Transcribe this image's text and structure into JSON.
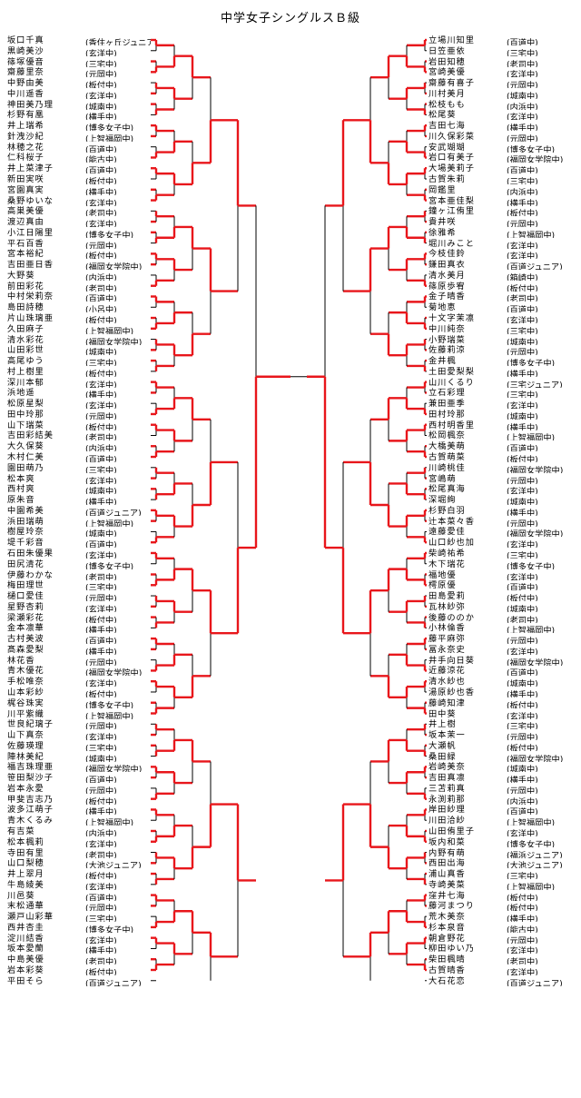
{
  "title": "中学女子シングルスＢ級",
  "colors": {
    "winner_line": "#e8161b",
    "loser_line": "#000000"
  },
  "left_entries": [
    {
      "name": "坂口千真",
      "affiliation": "(香住ヶ丘ジュニア)"
    },
    {
      "name": "黒崎美沙",
      "affiliation": "(玄洋中)"
    },
    {
      "name": "篠塚優音",
      "affiliation": "(三宅中)"
    },
    {
      "name": "齋藤里奈",
      "affiliation": "(元岡中)"
    },
    {
      "name": "中野由美",
      "affiliation": "(板付中)"
    },
    {
      "name": "中川遥香",
      "affiliation": "(玄洋中)"
    },
    {
      "name": "神田美乃理",
      "affiliation": "(城南中)"
    },
    {
      "name": "杉野有凰",
      "affiliation": "(横手中)"
    },
    {
      "name": "井上瑞希",
      "affiliation": "(博多女子中)"
    },
    {
      "name": "針洩沙紀",
      "affiliation": "(上智福岡中)"
    },
    {
      "name": "林穂之花",
      "affiliation": "(百道中)"
    },
    {
      "name": "仁科桜子",
      "affiliation": "(能古中)"
    },
    {
      "name": "井上菜津子",
      "affiliation": "(百道中)"
    },
    {
      "name": "新田実咲",
      "affiliation": "(板付中)"
    },
    {
      "name": "宮園真実",
      "affiliation": "(横手中)"
    },
    {
      "name": "桑野ゆいな",
      "affiliation": "(玄洋中)"
    },
    {
      "name": "高巣美優",
      "affiliation": "(老司中)"
    },
    {
      "name": "渡辺真由",
      "affiliation": "(玄洋中)"
    },
    {
      "name": "小江日陽里",
      "affiliation": "(博多女子中)"
    },
    {
      "name": "平石百香",
      "affiliation": "(元岡中)"
    },
    {
      "name": "宮本裕紀",
      "affiliation": "(板付中)"
    },
    {
      "name": "吉田亜日香",
      "affiliation": "(福岡女学院中)"
    },
    {
      "name": "大野葵",
      "affiliation": "(内浜中)"
    },
    {
      "name": "前田彩花",
      "affiliation": "(老司中)"
    },
    {
      "name": "中村栄莉奈",
      "affiliation": "(百道中)"
    },
    {
      "name": "島田詩穂",
      "affiliation": "(小呂中)"
    },
    {
      "name": "片山珠璃亜",
      "affiliation": "(板付中)"
    },
    {
      "name": "久田麻子",
      "affiliation": "(上智福岡中)"
    },
    {
      "name": "清水彩花",
      "affiliation": "(福岡女学院中)"
    },
    {
      "name": "山田彩世",
      "affiliation": "(城南中)"
    },
    {
      "name": "高尾ゆう",
      "affiliation": "(三宅中)"
    },
    {
      "name": "村上樹里",
      "affiliation": "(板付中)"
    },
    {
      "name": "深川本郁",
      "affiliation": "(玄洋中)"
    },
    {
      "name": "浜地遥",
      "affiliation": "(横手中)"
    },
    {
      "name": "松原星梨",
      "affiliation": "(玄洋中)"
    },
    {
      "name": "田中玲那",
      "affiliation": "(元岡中)"
    },
    {
      "name": "山下瑞菜",
      "affiliation": "(板付中)"
    },
    {
      "name": "吉田彩結美",
      "affiliation": "(老司中)"
    },
    {
      "name": "大久保葵",
      "affiliation": "(内浜中)"
    },
    {
      "name": "木村仁美",
      "affiliation": "(百道中)"
    },
    {
      "name": "園田萌乃",
      "affiliation": "(三宅中)"
    },
    {
      "name": "松本爽",
      "affiliation": "(玄洋中)"
    },
    {
      "name": "西村爽",
      "affiliation": "(城南中)"
    },
    {
      "name": "原朱音",
      "affiliation": "(横手中)"
    },
    {
      "name": "中園希美",
      "affiliation": "(百道ジュニア)"
    },
    {
      "name": "浜田瑞萌",
      "affiliation": "(上智福岡中)"
    },
    {
      "name": "樹屋玲奈",
      "affiliation": "(城南中)"
    },
    {
      "name": "堤千彩音",
      "affiliation": "(百道中)"
    },
    {
      "name": "石田朱優果",
      "affiliation": "(玄洋中)"
    },
    {
      "name": "田尻清花",
      "affiliation": "(博多女子中)"
    },
    {
      "name": "伊藤わかな",
      "affiliation": "(老司中)"
    },
    {
      "name": "梅田理世",
      "affiliation": "(三宅中)"
    },
    {
      "name": "樋口愛佳",
      "affiliation": "(元岡中)"
    },
    {
      "name": "星野杏莉",
      "affiliation": "(玄洋中)"
    },
    {
      "name": "梁瀬彩花",
      "affiliation": "(板付中)"
    },
    {
      "name": "金本凛華",
      "affiliation": "(横手中)"
    },
    {
      "name": "古村美波",
      "affiliation": "(百道中)"
    },
    {
      "name": "髙森愛梨",
      "affiliation": "(横手中)"
    },
    {
      "name": "林花香",
      "affiliation": "(元岡中)"
    },
    {
      "name": "青木優花",
      "affiliation": "(福岡女学院中)"
    },
    {
      "name": "手松唯奈",
      "affiliation": "(玄洋中)"
    },
    {
      "name": "山本彩紗",
      "affiliation": "(板付中)"
    },
    {
      "name": "梶谷珠実",
      "affiliation": "(博多女子中)"
    },
    {
      "name": "川平紫織",
      "affiliation": "(上智福岡中)"
    },
    {
      "name": "世良紀璃子",
      "affiliation": "(元岡中)"
    },
    {
      "name": "山下真奈",
      "affiliation": "(玄洋中)"
    },
    {
      "name": "佐藤瑛理",
      "affiliation": "(三宅中)"
    },
    {
      "name": "陣林美紀",
      "affiliation": "(城南中)"
    },
    {
      "name": "福吉珠理亜",
      "affiliation": "(福岡女学院中)"
    },
    {
      "name": "笹田梨沙子",
      "affiliation": "(百道中)"
    },
    {
      "name": "岩本永愛",
      "affiliation": "(元岡中)"
    },
    {
      "name": "甲斐吉志乃",
      "affiliation": "(板付中)"
    },
    {
      "name": "波多江萌子",
      "affiliation": "(横手中)"
    },
    {
      "name": "青木くるみ",
      "affiliation": "(上智福岡中)"
    },
    {
      "name": "有吉菜",
      "affiliation": "(内浜中)"
    },
    {
      "name": "松本楓莉",
      "affiliation": "(玄洋中)"
    },
    {
      "name": "寺田有里",
      "affiliation": "(老司中)"
    },
    {
      "name": "山口梨穂",
      "affiliation": "(大池ジュニア)"
    },
    {
      "name": "井上翠月",
      "affiliation": "(板付中)"
    },
    {
      "name": "牛島綾美",
      "affiliation": "(玄洋中)"
    },
    {
      "name": "川邑葵",
      "affiliation": "(百道中)"
    },
    {
      "name": "末松通華",
      "affiliation": "(元岡中)"
    },
    {
      "name": "瀬戸山彩華",
      "affiliation": "(三宅中)"
    },
    {
      "name": "西井杏圭",
      "affiliation": "(博多女子中)"
    },
    {
      "name": "淀川結香",
      "affiliation": "(玄洋中)"
    },
    {
      "name": "坂本愛蘭",
      "affiliation": "(横手中)"
    },
    {
      "name": "中島美優",
      "affiliation": "(老司中)"
    },
    {
      "name": "岩本彩葵",
      "affiliation": "(板付中)"
    },
    {
      "name": "平田そら",
      "affiliation": "(百道ジュニア)"
    }
  ],
  "right_entries": [
    {
      "name": "立場川知里",
      "affiliation": "(百道中)"
    },
    {
      "name": "日笠亜依",
      "affiliation": "(三宅中)"
    },
    {
      "name": "岩田知穂",
      "affiliation": "(老司中)"
    },
    {
      "name": "宮崎美優",
      "affiliation": "(玄洋中)"
    },
    {
      "name": "齋藤有喜子",
      "affiliation": "(元岡中)"
    },
    {
      "name": "川村美月",
      "affiliation": "(城南中)"
    },
    {
      "name": "松枝もも",
      "affiliation": "(内浜中)"
    },
    {
      "name": "松尾葵",
      "affiliation": "(玄洋中)"
    },
    {
      "name": "吉田七海",
      "affiliation": "(横手中)"
    },
    {
      "name": "川久保彩菜",
      "affiliation": "(元岡中)"
    },
    {
      "name": "安武瑚瑚",
      "affiliation": "(博多女子中)"
    },
    {
      "name": "岩口有美子",
      "affiliation": "(福岡女学院中)"
    },
    {
      "name": "大場美莉子",
      "affiliation": "(百道中)"
    },
    {
      "name": "古賀朱莉",
      "affiliation": "(三宅中)"
    },
    {
      "name": "岡鑑里",
      "affiliation": "(内浜中)"
    },
    {
      "name": "宮本亜佳梨",
      "affiliation": "(横手中)"
    },
    {
      "name": "鐘ヶ江侑里",
      "affiliation": "(板付中)"
    },
    {
      "name": "貴井咲",
      "affiliation": "(元岡中)"
    },
    {
      "name": "徐雅希",
      "affiliation": "(上智福岡中)"
    },
    {
      "name": "堀川みこと",
      "affiliation": "(玄洋中)"
    },
    {
      "name": "今枝佳鈴",
      "affiliation": "(玄洋中)"
    },
    {
      "name": "鎌田真衣",
      "affiliation": "(百道ジュニア)"
    },
    {
      "name": "清水美月",
      "affiliation": "(箱崎中)"
    },
    {
      "name": "篠原歩宥",
      "affiliation": "(板付中)"
    },
    {
      "name": "金子晴香",
      "affiliation": "(老司中)"
    },
    {
      "name": "菊地恵",
      "affiliation": "(百道中)"
    },
    {
      "name": "十文字茉凛",
      "affiliation": "(玄洋中)"
    },
    {
      "name": "中川純奈",
      "affiliation": "(三宅中)"
    },
    {
      "name": "小野瑞菜",
      "affiliation": "(城南中)"
    },
    {
      "name": "佐藤莉涼",
      "affiliation": "(元岡中)"
    },
    {
      "name": "金井楓",
      "affiliation": "(博多女子中)"
    },
    {
      "name": "土田愛梨梨",
      "affiliation": "(横手中)"
    },
    {
      "name": "山川くるり",
      "affiliation": "(三宅ジュニア)"
    },
    {
      "name": "立石彩理",
      "affiliation": "(三宅中)"
    },
    {
      "name": "兼田亜季",
      "affiliation": "(玄洋中)"
    },
    {
      "name": "田村玲那",
      "affiliation": "(城南中)"
    },
    {
      "name": "西村明香里",
      "affiliation": "(横手中)"
    },
    {
      "name": "松岡楓奈",
      "affiliation": "(上智福岡中)"
    },
    {
      "name": "大橋美萌",
      "affiliation": "(百道中)"
    },
    {
      "name": "古賀萌菜",
      "affiliation": "(板付中)"
    },
    {
      "name": "川崎桃佳",
      "affiliation": "(福岡女学院中)"
    },
    {
      "name": "宮嶋萌",
      "affiliation": "(元岡中)"
    },
    {
      "name": "松尾真海",
      "affiliation": "(玄洋中)"
    },
    {
      "name": "深堀絢",
      "affiliation": "(城南中)"
    },
    {
      "name": "杉野白羽",
      "affiliation": "(横手中)"
    },
    {
      "name": "辻本菜々香",
      "affiliation": "(元岡中)"
    },
    {
      "name": "遠藤愛佳",
      "affiliation": "(福岡女学院中)"
    },
    {
      "name": "山口紗也加",
      "affiliation": "(玄洋中)"
    },
    {
      "name": "柴崎祐希",
      "affiliation": "(三宅中)"
    },
    {
      "name": "木下瑞花",
      "affiliation": "(博多女子中)"
    },
    {
      "name": "福地優",
      "affiliation": "(玄洋中)"
    },
    {
      "name": "樗原優",
      "affiliation": "(百道中)"
    },
    {
      "name": "田島愛莉",
      "affiliation": "(板付中)"
    },
    {
      "name": "瓦林紗弥",
      "affiliation": "(城南中)"
    },
    {
      "name": "後藤ののか",
      "affiliation": "(老司中)"
    },
    {
      "name": "小林倫香",
      "affiliation": "(上智福岡中)"
    },
    {
      "name": "藤平麻弥",
      "affiliation": "(元岡中)"
    },
    {
      "name": "冨永奈史",
      "affiliation": "(玄洋中)"
    },
    {
      "name": "井手向日葵",
      "affiliation": "(福岡女学院中)"
    },
    {
      "name": "近藤涼花",
      "affiliation": "(百道中)"
    },
    {
      "name": "清水紗也",
      "affiliation": "(城南中)"
    },
    {
      "name": "湯原紗也香",
      "affiliation": "(横手中)"
    },
    {
      "name": "藤崎知津",
      "affiliation": "(板付中)"
    },
    {
      "name": "田中葵",
      "affiliation": "(玄洋中)"
    },
    {
      "name": "井上樹",
      "affiliation": "(三宅中)"
    },
    {
      "name": "坂本茉一",
      "affiliation": "(元岡中)"
    },
    {
      "name": "大瀬帆",
      "affiliation": "(板付中)"
    },
    {
      "name": "桑田緑",
      "affiliation": "(福岡女学院中)"
    },
    {
      "name": "岩崎美奈",
      "affiliation": "(城南中)"
    },
    {
      "name": "吉田真凛",
      "affiliation": "(横手中)"
    },
    {
      "name": "三苫莉真",
      "affiliation": "(元岡中)"
    },
    {
      "name": "永渕莉那",
      "affiliation": "(内浜中)"
    },
    {
      "name": "岸田紗理",
      "affiliation": "(百道中)"
    },
    {
      "name": "川田洽紗",
      "affiliation": "(上智福岡中)"
    },
    {
      "name": "山田侑里子",
      "affiliation": "(玄洋中)"
    },
    {
      "name": "坂内和菜",
      "affiliation": "(博多女子中)"
    },
    {
      "name": "内野有萌",
      "affiliation": "(福浜ジュニア)"
    },
    {
      "name": "西田出海",
      "affiliation": "(大池ジュニア)"
    },
    {
      "name": "浦山真香",
      "affiliation": "(三宅中)"
    },
    {
      "name": "寺崎美菜",
      "affiliation": "(上智福岡中)"
    },
    {
      "name": "窪井七海",
      "affiliation": "(板付中)"
    },
    {
      "name": "藤河まつり",
      "affiliation": "(板付中)"
    },
    {
      "name": "荒木美奈",
      "affiliation": "(横手中)"
    },
    {
      "name": "杉本泉音",
      "affiliation": "(能古中)"
    },
    {
      "name": "朝倉野花",
      "affiliation": "(元岡中)"
    },
    {
      "name": "柳田ゆい乃",
      "affiliation": "(玄洋中)"
    },
    {
      "name": "柴田楓晴",
      "affiliation": "(老司中)"
    },
    {
      "name": "古賀晴香",
      "affiliation": "(玄洋中)"
    },
    {
      "name": "大石花恋",
      "affiliation": "(百道ジュニア)"
    }
  ]
}
